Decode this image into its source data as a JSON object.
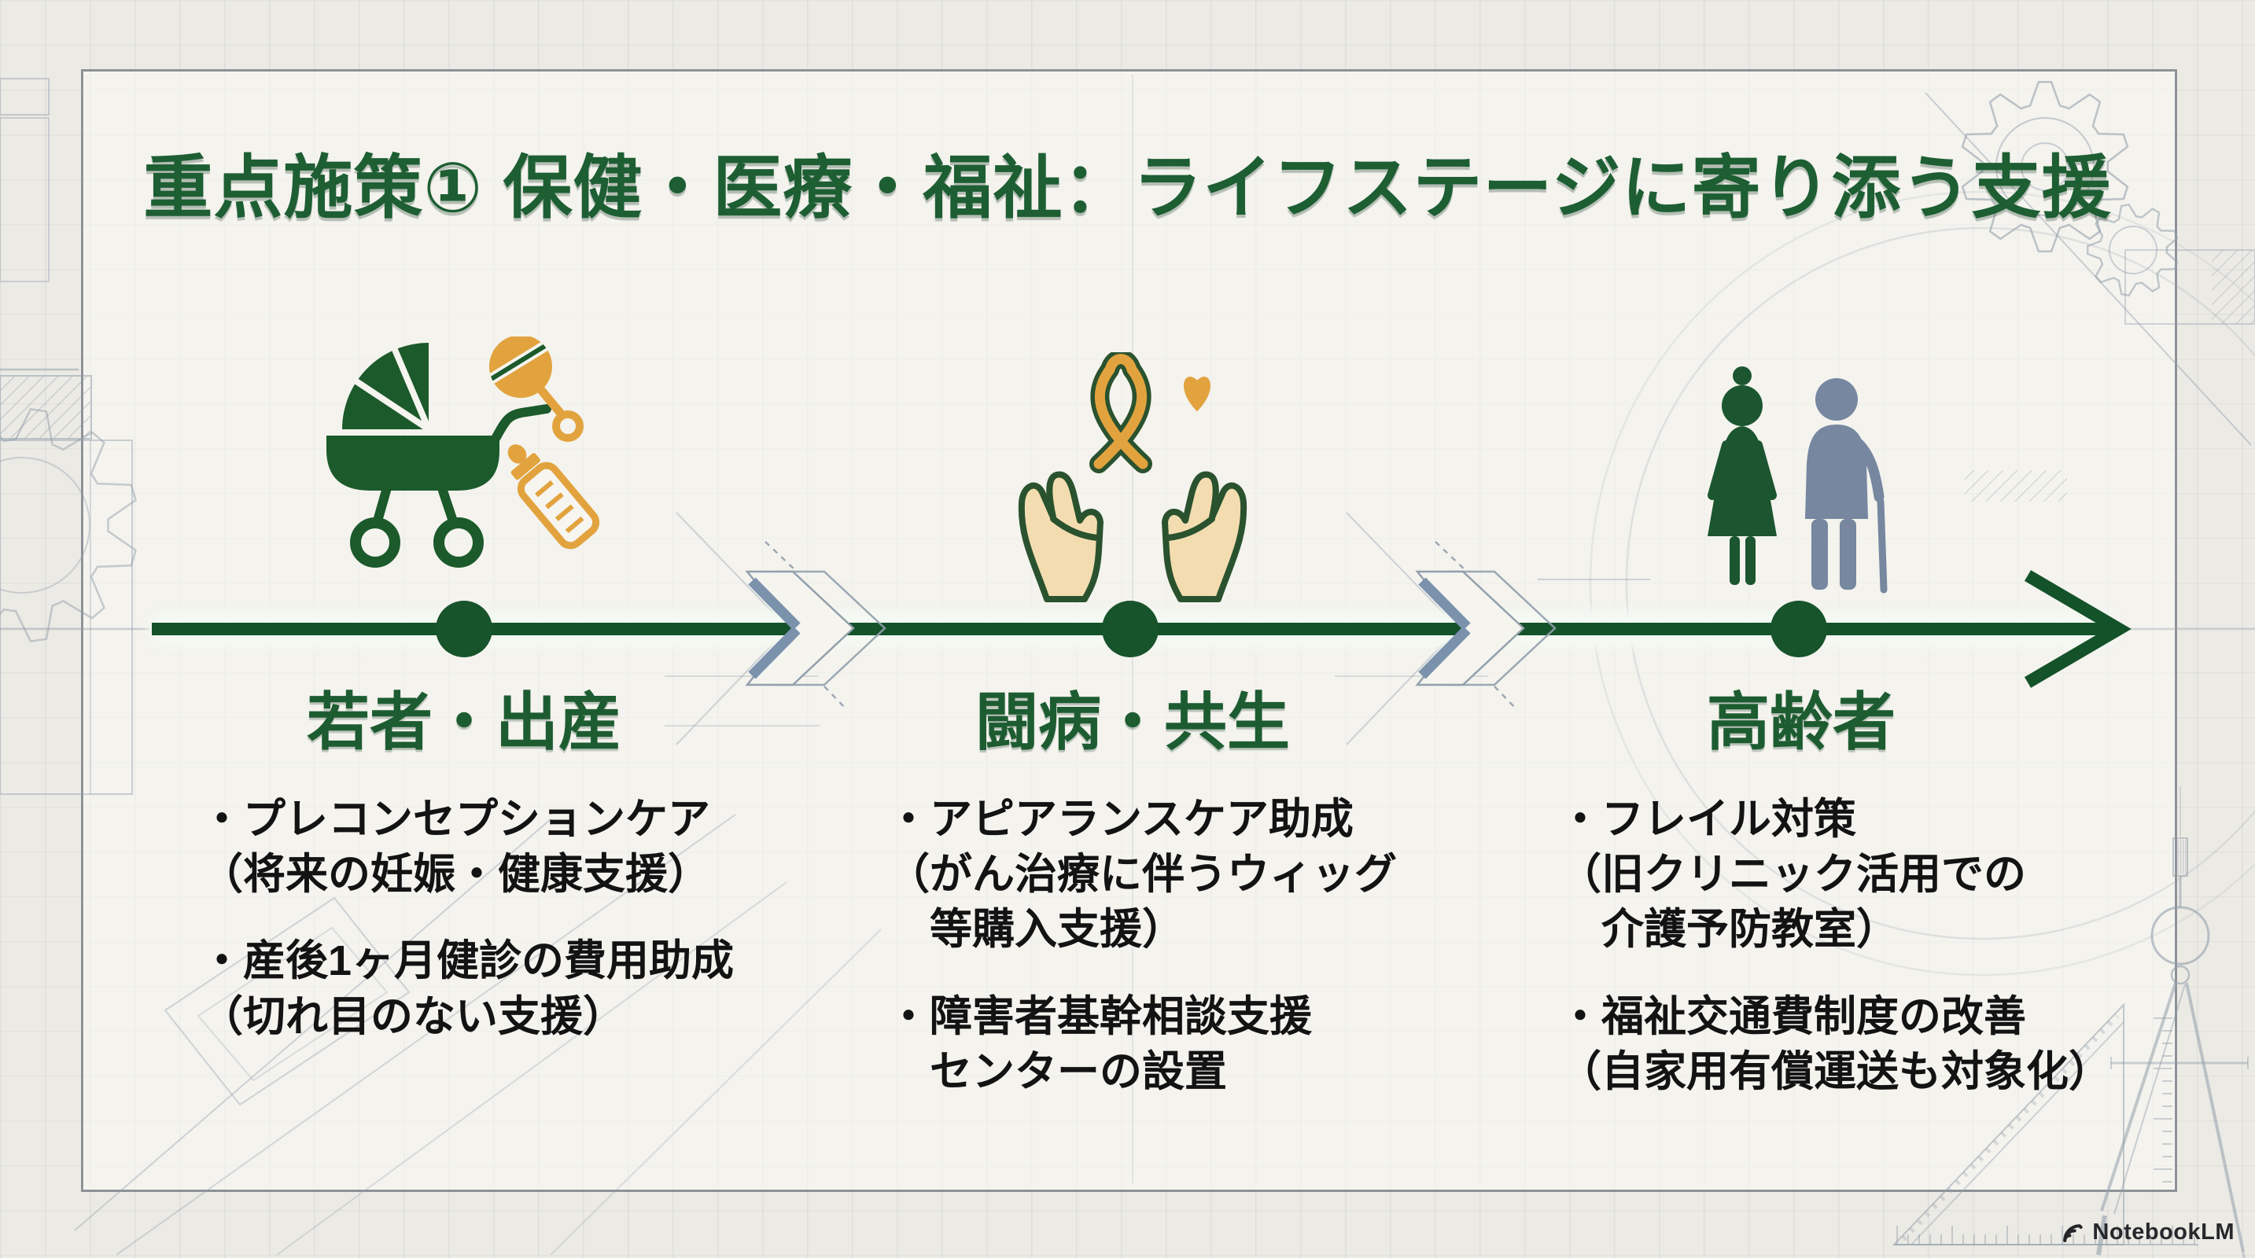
{
  "title": "重点施策① 保健・医療・福祉：ライフステージに寄り添う支援",
  "timeline": {
    "direction": "left-to-right",
    "node_count": 3
  },
  "stages": [
    {
      "label": "若者・出産",
      "icon": "baby-pram-rattle-bottle-icon",
      "items": [
        {
          "lines": [
            "・プレコンセプションケア",
            "（将来の妊娠・健康支援）"
          ]
        },
        {
          "lines": [
            "・産後1ヶ月健診の費用助成",
            "（切れ目のない支援）"
          ]
        }
      ]
    },
    {
      "label": "闘病・共生",
      "icon": "hands-ribbon-heart-icon",
      "items": [
        {
          "lines": [
            "・アピアランスケア助成",
            "（がん治療に伴うウィッグ",
            "等購入支援）"
          ]
        },
        {
          "lines": [
            "・障害者基幹相談支援",
            "センターの設置"
          ]
        }
      ]
    },
    {
      "label": "高齢者",
      "icon": "elderly-couple-icon",
      "items": [
        {
          "lines": [
            "・フレイル対策",
            "（旧クリニック活用での",
            "介護予防教室）"
          ]
        },
        {
          "lines": [
            "・福祉交通費制度の改善",
            "（自家用有償運送も対象化）"
          ]
        }
      ]
    }
  ],
  "footer": {
    "brand": "NotebookLM"
  },
  "colors": {
    "title_green": "#1d5e33",
    "timeline_green": "#14522a",
    "node_green": "#17532b",
    "accent_orange": "#e2a33e",
    "hand_cream": "#f3ddb0",
    "slate_blue": "#76879f",
    "text_black": "#131313",
    "blueprint_line": "#93a0ac",
    "background": "#eceae4"
  }
}
